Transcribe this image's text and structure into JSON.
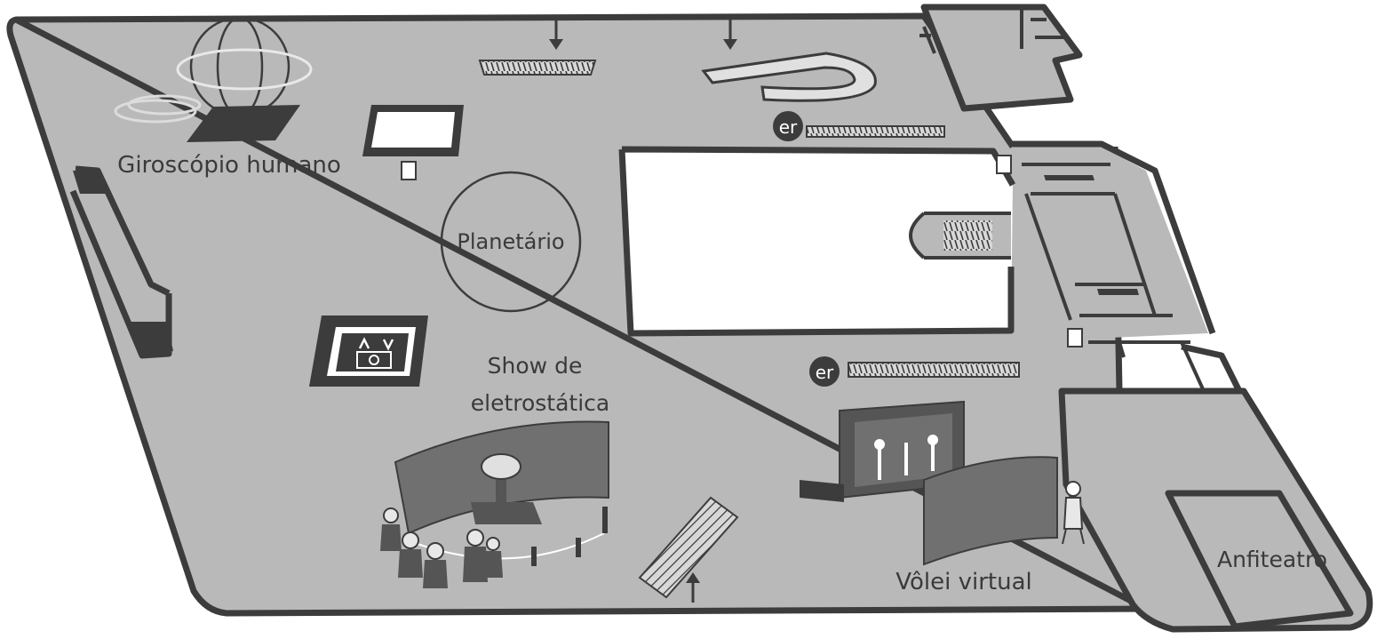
{
  "map": {
    "labels": {
      "gyroscope": "Giroscópio humano",
      "planetarium": "Planetário",
      "electrostatic_line1": "Show de",
      "electrostatic_line2": "eletrostática",
      "volley": "Vôlei virtual",
      "amphitheater": "Anfiteatro",
      "escalator_badge_1": "er",
      "escalator_badge_2": "er"
    },
    "icons": [
      "down-arrow-icon",
      "up-arrow-icon",
      "escalator-icon",
      "stairs-icon",
      "elevator-accessible-icon",
      "trash-bin-icon",
      "restroom-icon",
      "person-icon"
    ],
    "colors": {
      "floor": "#b9b9b9",
      "walls": "#3c3c3c",
      "background": "#ffffff"
    }
  }
}
